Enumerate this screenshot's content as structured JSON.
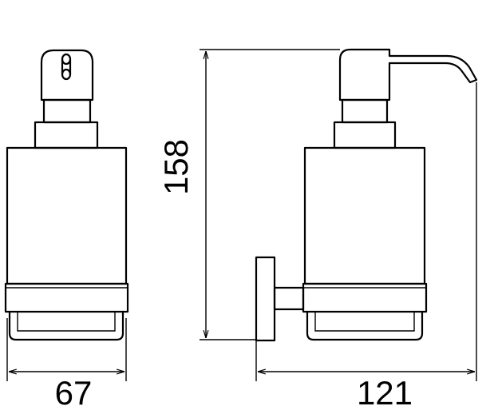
{
  "dimensions": {
    "width": "67",
    "height": "158",
    "depth": "121"
  }
}
